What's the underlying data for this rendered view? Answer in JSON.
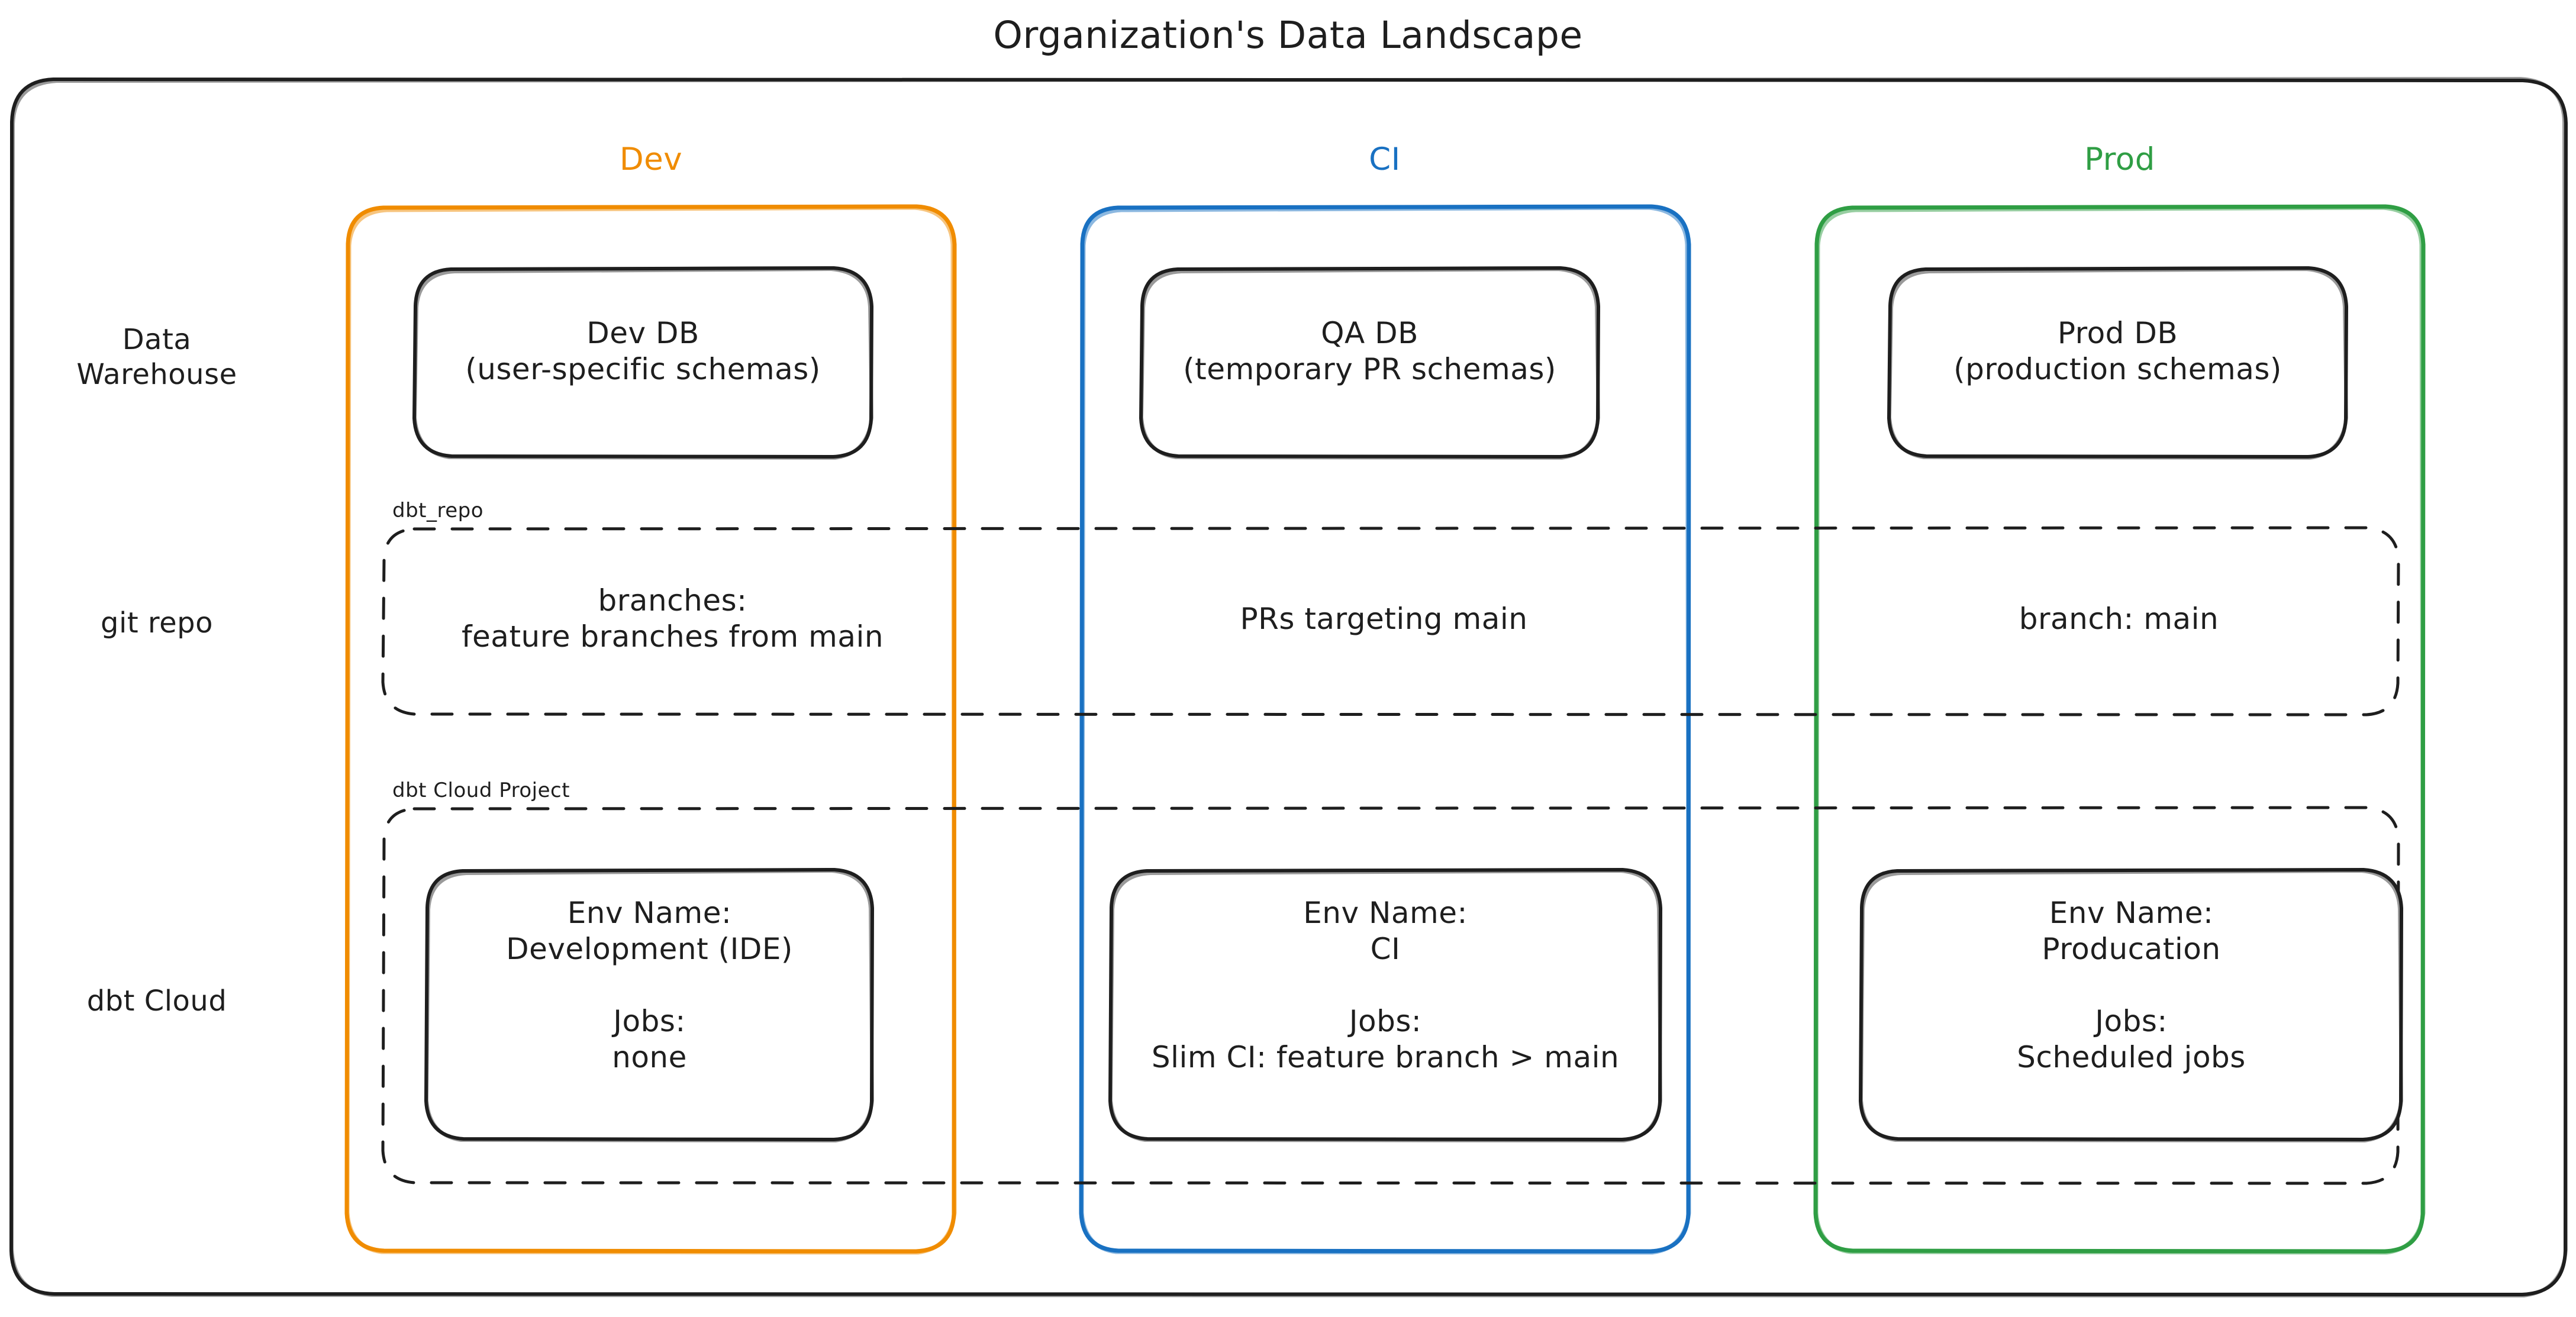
{
  "diagram": {
    "title": "Organization's Data Landscape",
    "type": "architecture-matrix",
    "colors": {
      "dev": "#f08c00",
      "ci": "#1971c2",
      "prod": "#2f9e44",
      "stroke": "#1e1e1e",
      "background": "#ffffff"
    },
    "columns": [
      {
        "key": "dev",
        "label": "Dev",
        "color": "#f08c00"
      },
      {
        "key": "ci",
        "label": "CI",
        "color": "#1971c2"
      },
      {
        "key": "prod",
        "label": "Prod",
        "color": "#2f9e44"
      }
    ],
    "rows": [
      {
        "key": "warehouse",
        "label": "Data\nWarehouse"
      },
      {
        "key": "git",
        "label": "git repo"
      },
      {
        "key": "dbtcloud",
        "label": "dbt Cloud"
      }
    ],
    "group_labels": {
      "git_repo": "dbt_repo",
      "dbt_cloud_project": "dbt Cloud Project"
    },
    "cells": {
      "warehouse": {
        "dev": "Dev DB\n(user-specific schemas)",
        "ci": "QA DB\n(temporary PR schemas)",
        "prod": "Prod DB\n(production schemas)"
      },
      "git": {
        "dev": "branches:\nfeature branches from main",
        "ci": "PRs targeting main",
        "prod": "branch: main"
      },
      "dbtcloud": {
        "dev": "Env Name:\nDevelopment (IDE)\n\nJobs:\nnone",
        "ci": "Env Name:\nCI\n\nJobs:\nSlim CI: feature branch > main",
        "prod": "Env Name:\nProducation\n\nJobs:\nScheduled jobs"
      }
    }
  }
}
